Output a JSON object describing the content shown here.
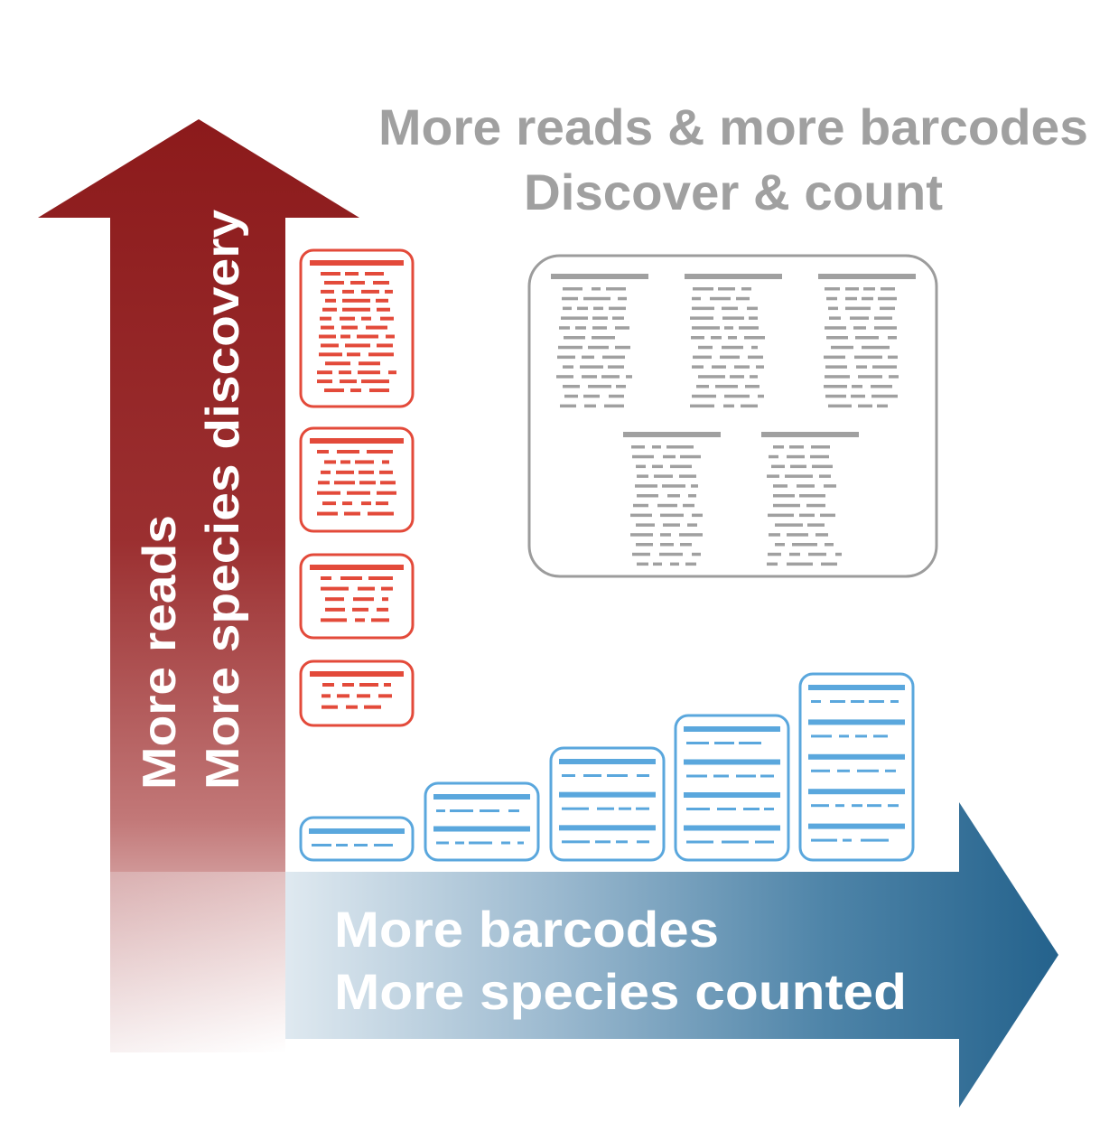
{
  "title": {
    "line1": "More reads & more barcodes",
    "line2": "Discover & count"
  },
  "vertical_axis": {
    "line1": "More reads",
    "line2": "More species discovery"
  },
  "horizontal_axis": {
    "line1": "More barcodes",
    "line2": "More species counted"
  },
  "colors": {
    "red_arrow": "#8f1b1d",
    "red_card": "#e34a3a",
    "blue_arrow": "#2b6790",
    "blue_card": "#5aa7dd",
    "gray": "#a0a0a0",
    "gray_box": "#9a9a9a"
  }
}
